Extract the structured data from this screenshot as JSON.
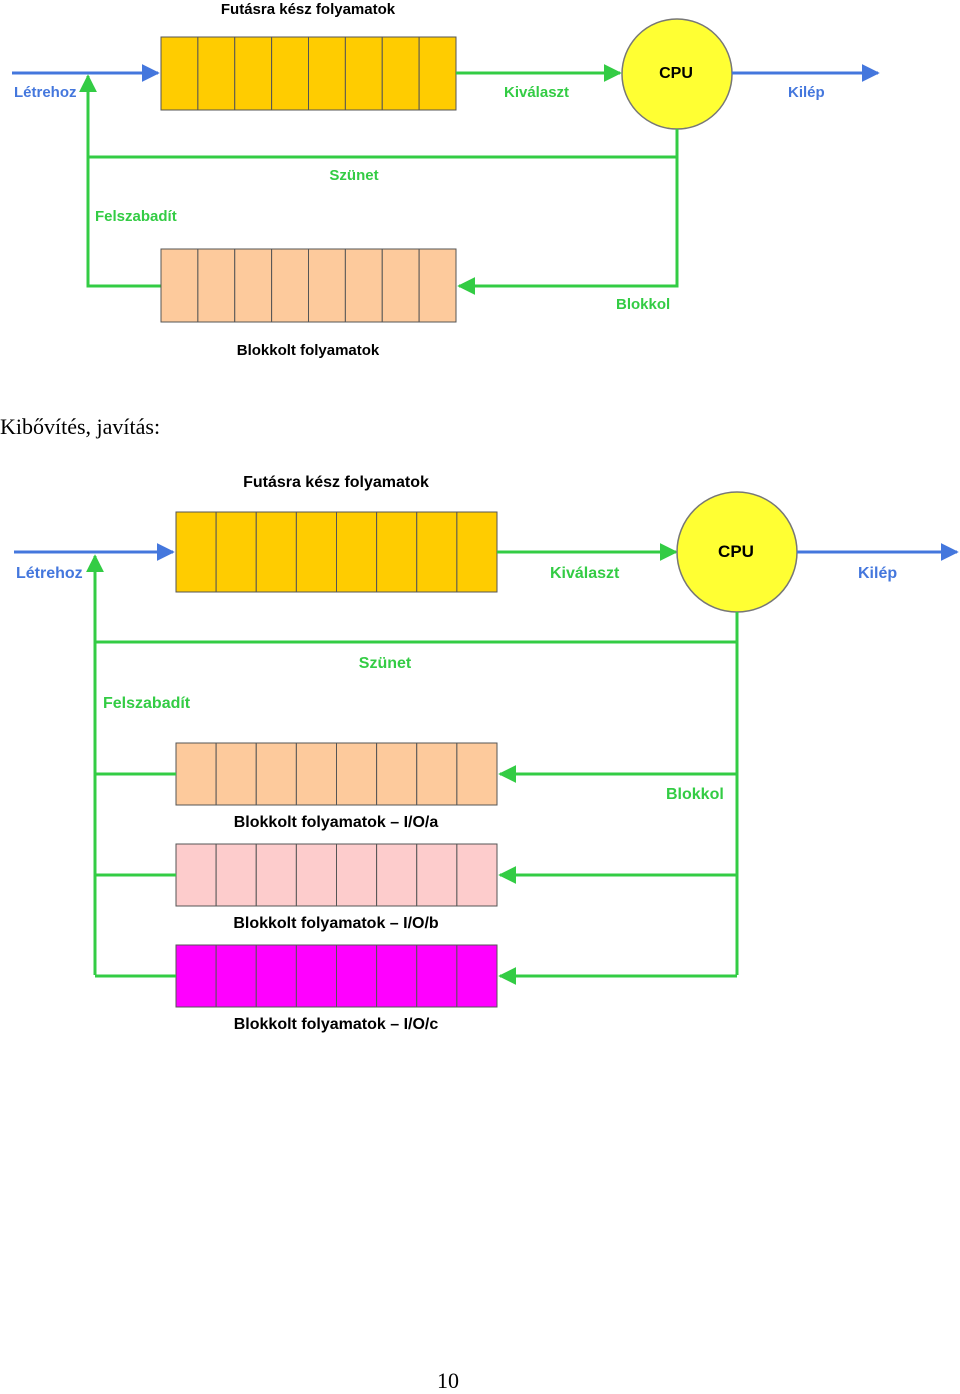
{
  "diagram1": {
    "ready_queue_title": "Futásra kész folyamatok",
    "create_label": "Létrehoz",
    "select_label": "Kiválaszt",
    "cpu_label": "CPU",
    "exit_label": "Kilép",
    "pause_label": "Szünet",
    "release_label": "Felszabadít",
    "block_label": "Blokkol",
    "blocked_queue_title": "Blokkolt folyamatok"
  },
  "caption": "Kibővítés, javítás:",
  "diagram2": {
    "ready_queue_title": "Futásra kész folyamatok",
    "create_label": "Létrehoz",
    "select_label": "Kiválaszt",
    "cpu_label": "CPU",
    "exit_label": "Kilép",
    "pause_label": "Szünet",
    "release_label": "Felszabadít",
    "block_label": "Blokkol",
    "blocked_queues": [
      {
        "title": "Blokkolt folyamatok – I/O/a",
        "color": "#FDCA9C"
      },
      {
        "title": "Blokkolt folyamatok – I/O/b",
        "color": "#FDCCCC"
      },
      {
        "title": "Blokkolt folyamatok – I/O/c",
        "color": "#FF00FF"
      }
    ]
  },
  "colors": {
    "green": "#33CC44",
    "blue": "#4477DD",
    "ready_queue": "#FFCC00",
    "blocked_queue": "#FDCA9C",
    "cpu": "#FFFF33"
  },
  "page_number": "10"
}
